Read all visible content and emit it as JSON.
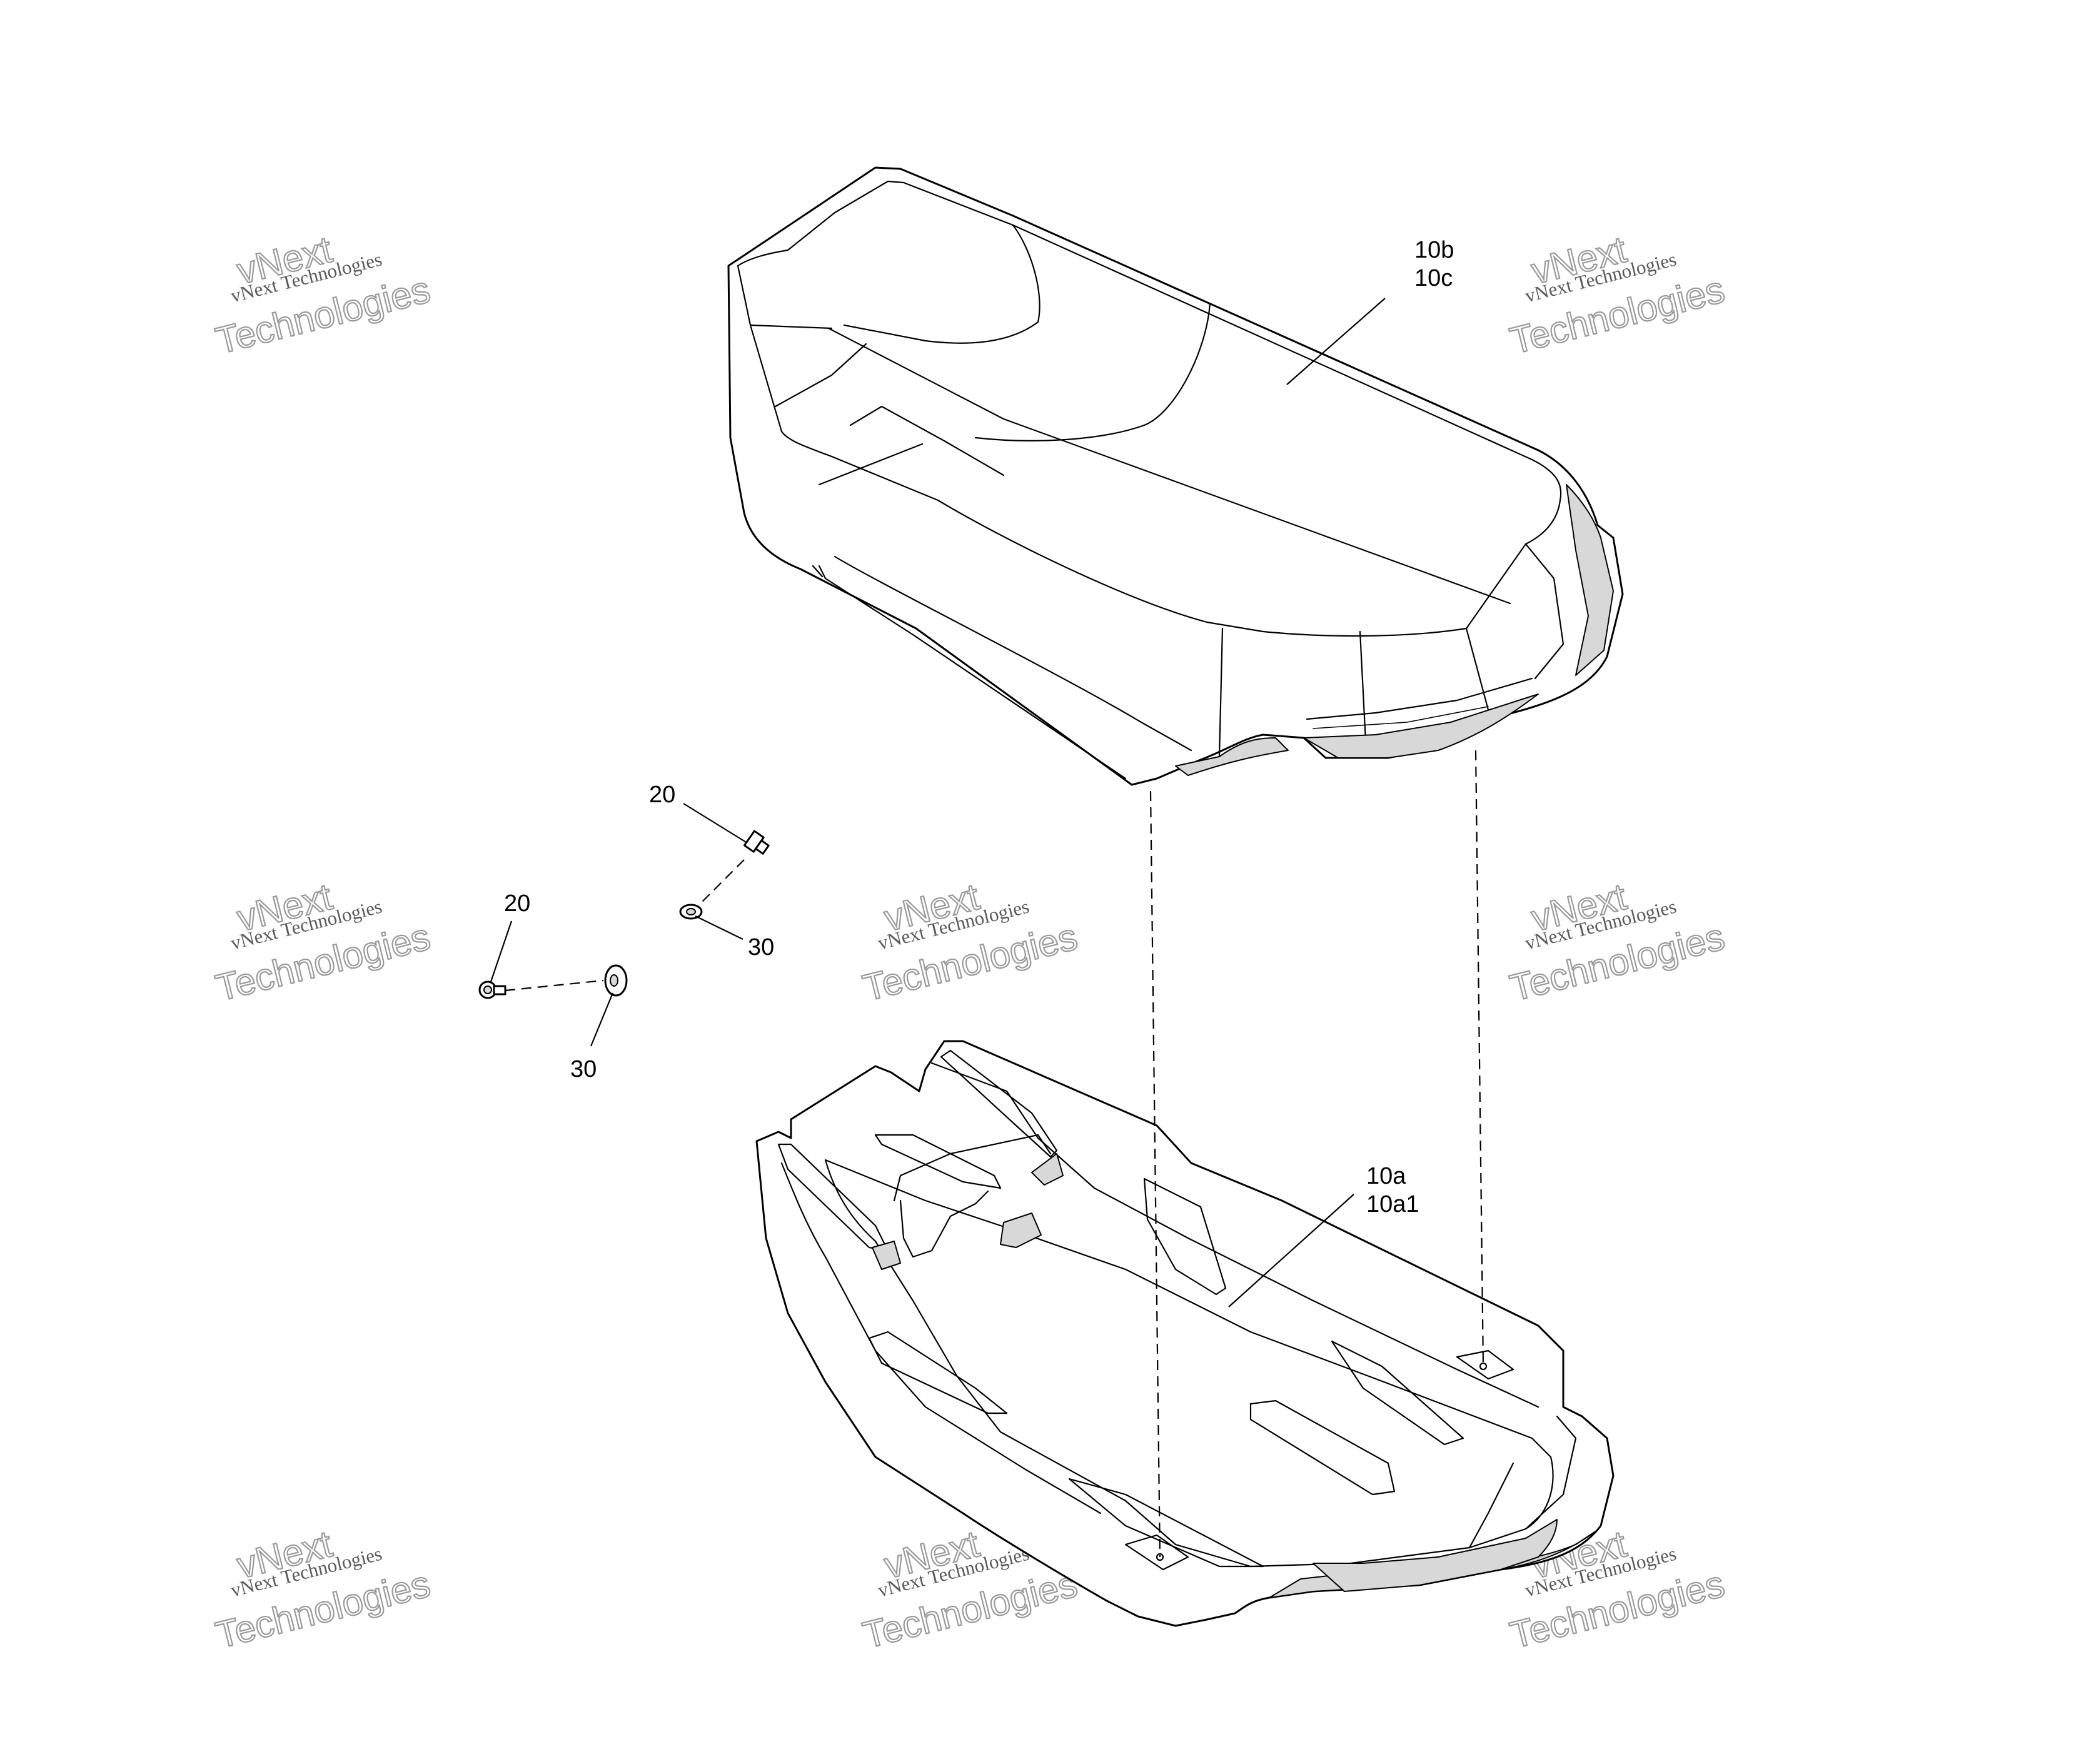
{
  "callouts": {
    "seat_cover_a": "10b",
    "seat_cover_b": "10c",
    "seat_base_a": "10a",
    "seat_base_b": "10a1",
    "screw_upper": "20",
    "screw_lower": "20",
    "washer_upper": "30",
    "washer_lower": "30"
  },
  "watermark": {
    "line1": "vNext",
    "line2": "vNext Technologies",
    "line3": "Technologies"
  }
}
